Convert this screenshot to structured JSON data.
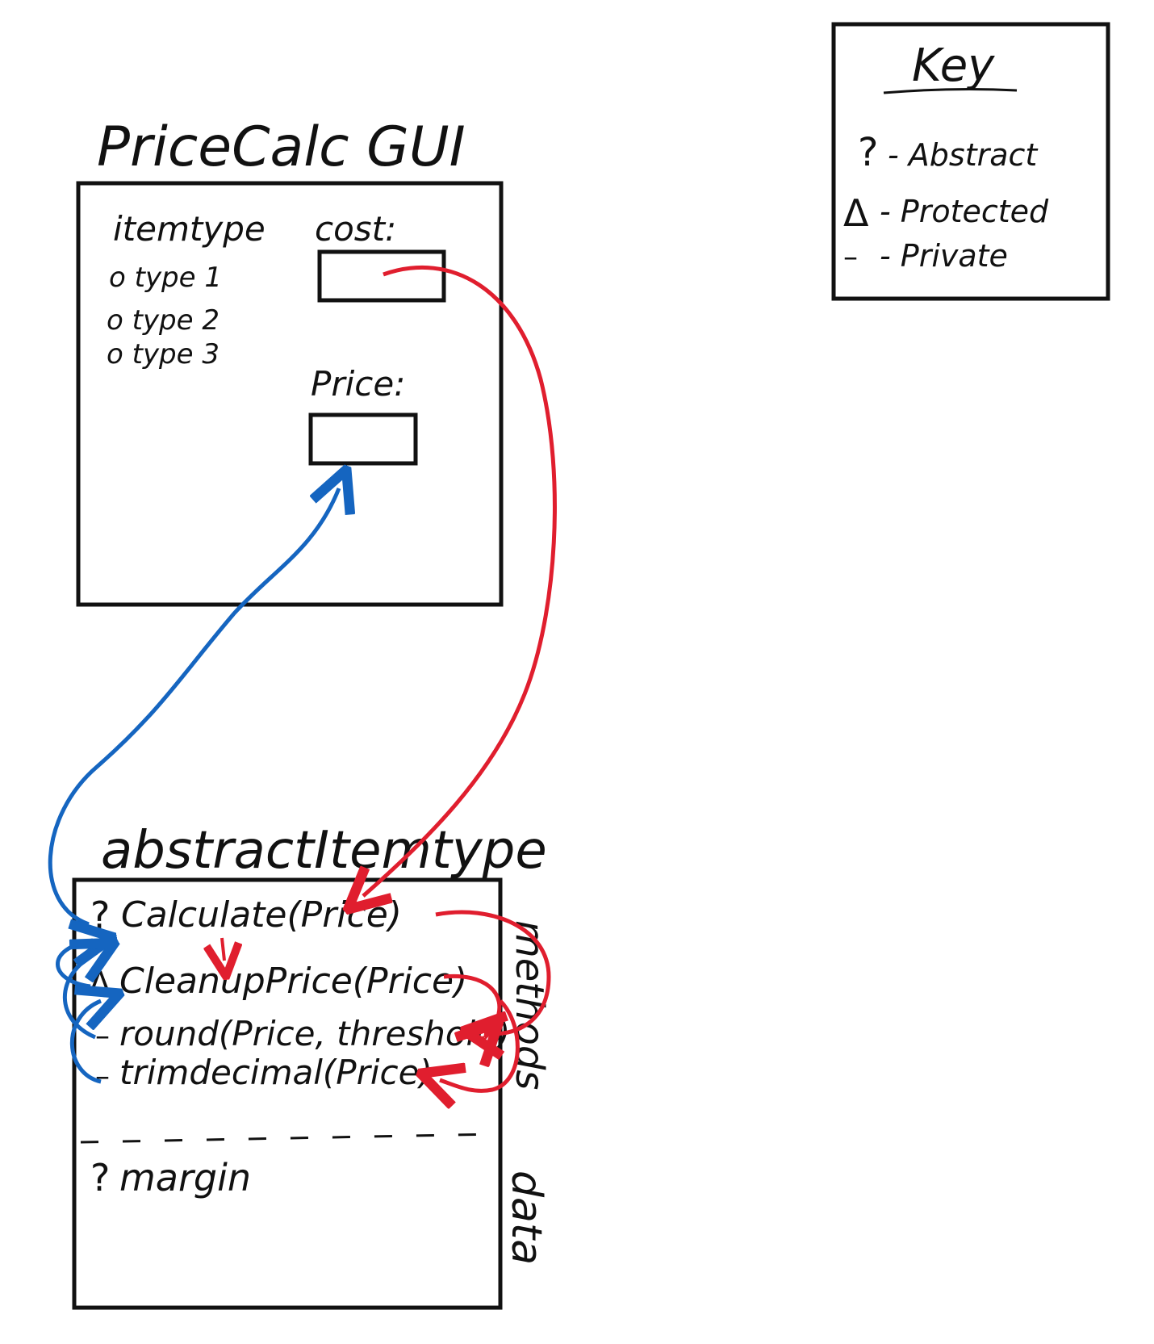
{
  "gui": {
    "title": "PriceCalc GUI",
    "item_type_label": "itemtype",
    "radio_options": [
      "o type 1",
      "o type 2",
      "o type 3"
    ],
    "cost_label": "cost:",
    "price_label": "Price:"
  },
  "key": {
    "title": "Key",
    "entries": [
      {
        "symbol": "?",
        "text": "- Abstract"
      },
      {
        "symbol": "Δ",
        "text": "- Protected"
      },
      {
        "symbol": "–",
        "text": "- Private"
      }
    ]
  },
  "abstract_class": {
    "title": "abstractItemtype",
    "methods_label": "methods",
    "data_label": "data",
    "methods": [
      {
        "modifier": "?",
        "text": "Calculate(Price)"
      },
      {
        "modifier": "Δ",
        "text": "CleanupPrice(Price)"
      },
      {
        "modifier": "–",
        "text": "round(Price, threshold)"
      },
      {
        "modifier": "–",
        "text": "trimdecimal(Price)"
      }
    ],
    "data": [
      {
        "modifier": "?",
        "text": "margin"
      }
    ]
  },
  "colors": {
    "ink": "#111111",
    "input_flow": "#e01e2e",
    "output_flow": "#1565c0"
  }
}
